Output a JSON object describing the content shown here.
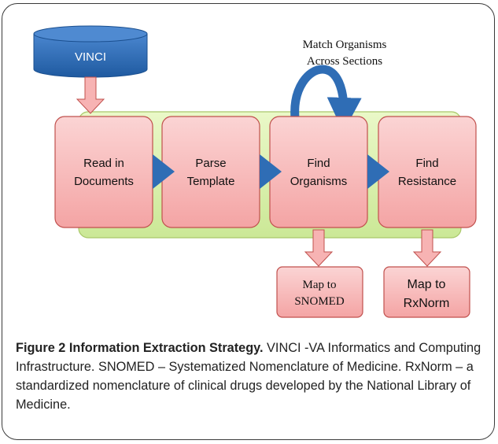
{
  "diagram": {
    "source": "VINCI",
    "loop_label_line1": "Match Organisms",
    "loop_label_line2": "Across Sections",
    "steps": [
      {
        "line1": "Read in",
        "line2": "Documents"
      },
      {
        "line1": "Parse",
        "line2": "Template"
      },
      {
        "line1": "Find",
        "line2": "Organisms"
      },
      {
        "line1": "Find",
        "line2": "Resistance"
      }
    ],
    "outputs": [
      {
        "line1": "Map to",
        "line2": "SNOMED"
      },
      {
        "line1": "Map to",
        "line2": "RxNorm"
      }
    ],
    "colors": {
      "box_fill": "#f7b3b3",
      "box_border": "#c0504d",
      "band_fill": "#d9f0a6",
      "cylinder_fill": "#2f6db5",
      "chevron_fill": "#2f6db5"
    }
  },
  "caption": {
    "title": "Figure 2 Information Extraction Strategy.",
    "text": " VINCI -VA Informatics and Computing Infrastructure. SNOMED – Systematized Nomenclature of Medicine. RxNorm – a standardized nomenclature of clinical drugs developed by the National Library of Medicine."
  }
}
